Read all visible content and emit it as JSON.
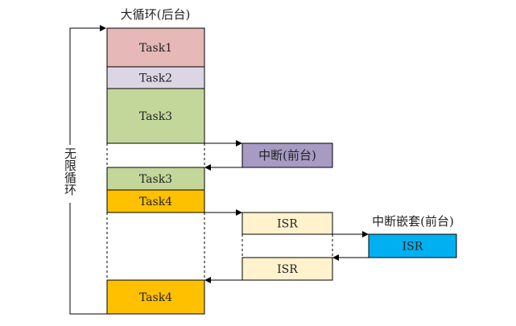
{
  "title": "大循环(后台)",
  "loop_label": "无限循环",
  "interrupt_label": "中断(前台)",
  "nested_label": "中断嵌套(前台)",
  "blocks": [
    {
      "label": "Task1",
      "color": "#e6b8b7"
    },
    {
      "label": "Task2",
      "color": "#dcd6e4"
    },
    {
      "label": "Task3",
      "color": "#c4d79b"
    },
    {
      "label": "Task3",
      "color": "#c4d79b"
    },
    {
      "label": "Task4",
      "color": "#ffc000"
    },
    {
      "label": "Task4",
      "color": "#ffc000"
    }
  ],
  "isr": [
    {
      "label": "ISR",
      "color": "#fff2cc"
    },
    {
      "label": "ISR",
      "color": "#fff2cc"
    },
    {
      "label": "ISR",
      "color": "#00b0f0"
    }
  ],
  "colors": {
    "interrupt": "#a79ac3",
    "line": "#000000"
  }
}
